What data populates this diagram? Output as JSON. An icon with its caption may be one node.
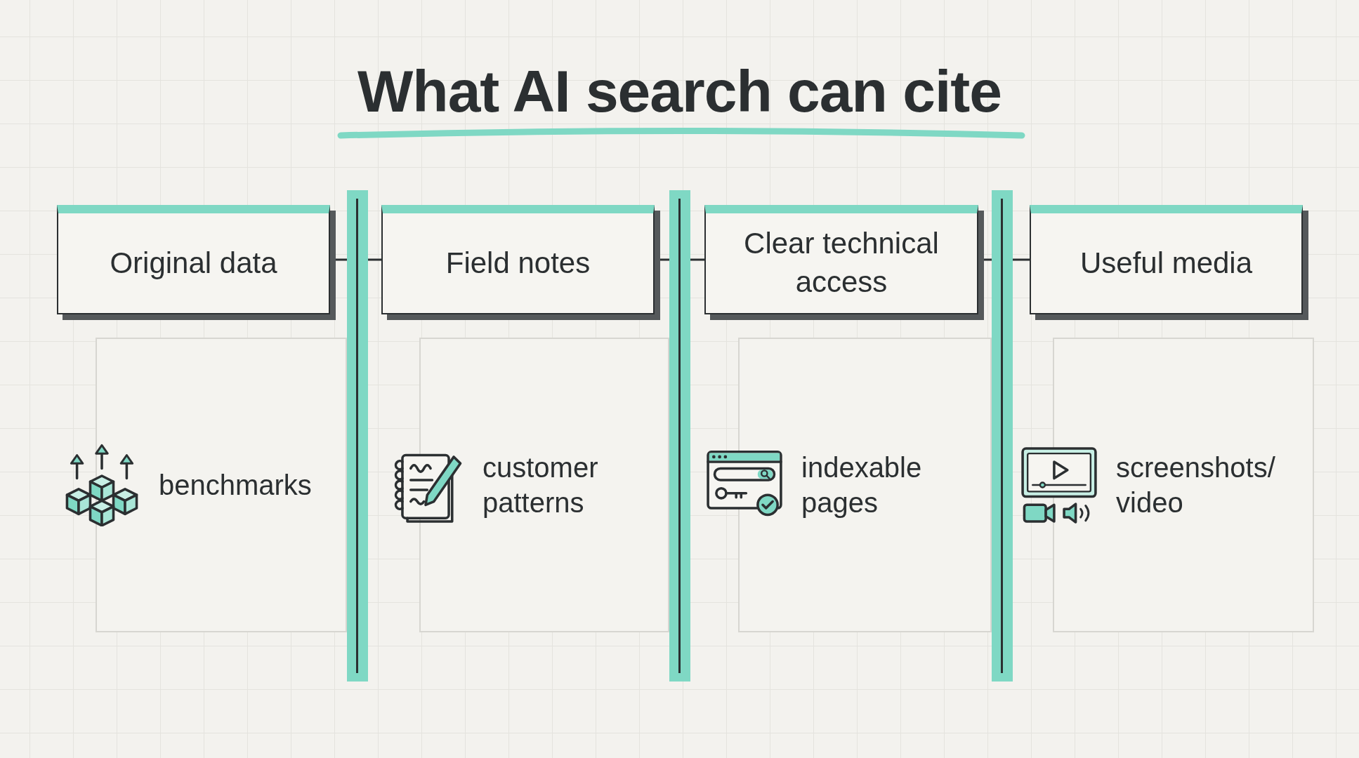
{
  "diagram": {
    "title": "What AI search can cite",
    "nodes": [
      {
        "text": [
          "Original data"
        ]
      },
      {
        "text": [
          "Field notes"
        ]
      },
      {
        "text": [
          "Clear technical access"
        ]
      },
      {
        "text": [
          "Useful media"
        ]
      },
      {
        "text": [
          "benchmarks"
        ]
      },
      {
        "text": [
          "customer patterns"
        ]
      },
      {
        "text": [
          "indexable pages"
        ]
      },
      {
        "text": [
          "screenshots/ video"
        ]
      },
      {
        "text": [],
        "shape": "bar"
      },
      {
        "text": [],
        "shape": "bar"
      },
      {
        "text": [],
        "shape": "bar"
      }
    ],
    "edges": [
      {
        "from": 0,
        "to": 8,
        "arrow": "none"
      },
      {
        "from": 8,
        "to": 1,
        "arrow": "none"
      },
      {
        "from": 1,
        "to": 9,
        "arrow": "none"
      },
      {
        "from": 9,
        "to": 2,
        "arrow": "none"
      },
      {
        "from": 2,
        "to": 10,
        "arrow": "none"
      },
      {
        "from": 10,
        "to": 3,
        "arrow": "none"
      }
    ]
  }
}
